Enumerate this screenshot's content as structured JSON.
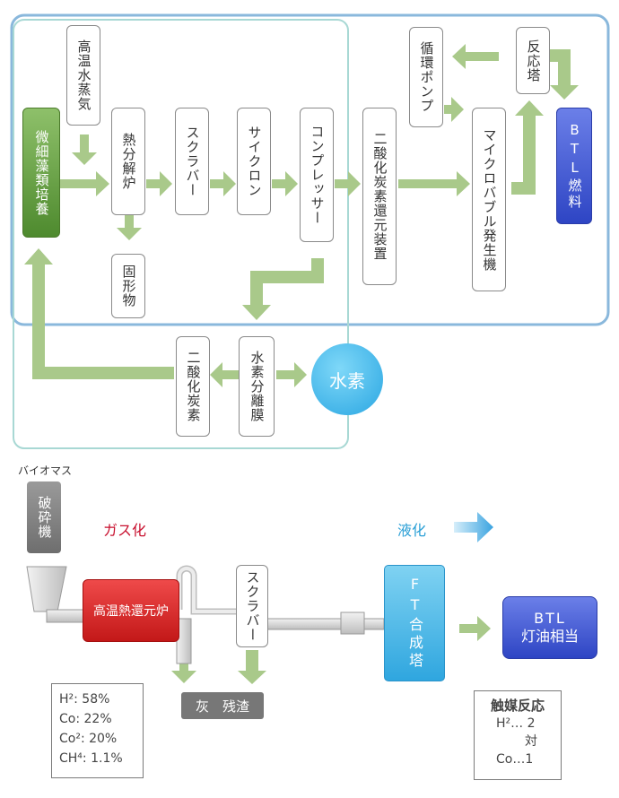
{
  "top": {
    "steam": "高温水蒸気",
    "algae": "微細藻類培養",
    "pyrolysis": "熱分解炉",
    "scrubber": "スクラバー",
    "cyclone": "サイクロン",
    "compressor": "コンプレッサー",
    "co2_reducer": "二酸化炭素還元装置",
    "micro_bubble": "マイクロバブル発生機",
    "circ_pump": "循環ポンプ",
    "reactor": "反応塔",
    "btl_fuel": "BTL燃料",
    "solids": "固形物",
    "membrane": "水素分離膜",
    "co2": "二酸化炭素",
    "hydrogen": "水素"
  },
  "bottom": {
    "biomass": "バイオマス",
    "crusher": "破砕機",
    "gasify": "ガス化",
    "liquefy": "液化",
    "furnace": "高温熱還元炉",
    "scrubber": "スクラバー",
    "ft_tower": "FT合成塔",
    "btl_kerosene_1": "BTL",
    "btl_kerosene_2": "灯油相当",
    "ash": "灰　残渣",
    "gas_comp": [
      "H²: 58%",
      "Co: 22%",
      "Co²: 20%",
      "CH⁴: 1.1%"
    ],
    "catalyst_title": "触媒反応",
    "catalyst_lines": [
      "H²… 2",
      "対",
      "Co…1"
    ]
  },
  "colors": {
    "arrow_green": "#a9c98a",
    "frame_blue": "#8ab8dc",
    "frame_teal": "#a8d8d4",
    "red_box": "#d82a2a",
    "gasify_text": "#c8102e",
    "liquefy_text": "#2a9fd6"
  }
}
